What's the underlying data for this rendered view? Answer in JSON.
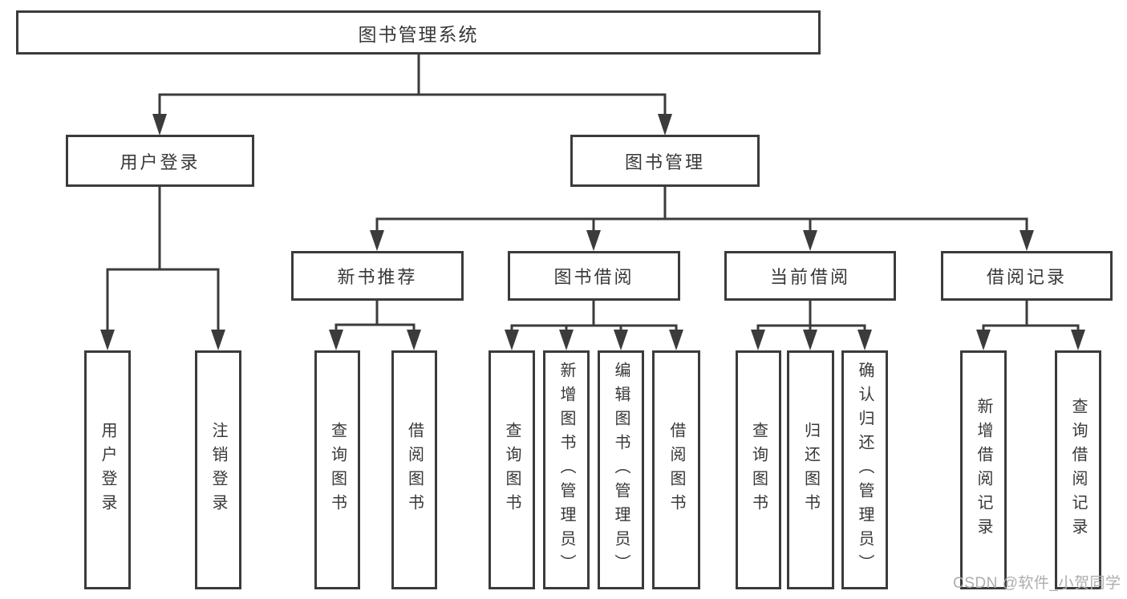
{
  "diagram": {
    "root": {
      "label": "图书管理系统"
    },
    "branches": [
      {
        "label": "用户登录",
        "children": [
          {
            "label": "用户登录"
          },
          {
            "label": "注销登录"
          }
        ]
      },
      {
        "label": "图书管理",
        "children": [
          {
            "label": "新书推荐",
            "children": [
              {
                "label": "查询图书"
              },
              {
                "label": "借阅图书"
              }
            ]
          },
          {
            "label": "图书借阅",
            "children": [
              {
                "label": "查询图书"
              },
              {
                "label": "新增图书（管理员）"
              },
              {
                "label": "编辑图书（管理员）"
              },
              {
                "label": "借阅图书"
              }
            ]
          },
          {
            "label": "当前借阅",
            "children": [
              {
                "label": "查询图书"
              },
              {
                "label": "归还图书"
              },
              {
                "label": "确认归还（管理员）"
              }
            ]
          },
          {
            "label": "借阅记录",
            "children": [
              {
                "label": "新增借阅记录"
              },
              {
                "label": "查询借阅记录"
              }
            ]
          }
        ]
      }
    ]
  },
  "watermark": {
    "text": "CSDN @软件_小贺同学"
  },
  "colors": {
    "line": "#3b3b3b",
    "text": "#383838",
    "watermark": "#adadad",
    "background": "#ffffff"
  }
}
